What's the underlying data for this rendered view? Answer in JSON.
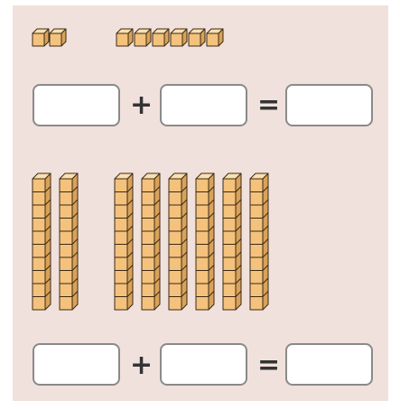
{
  "section1": {
    "units_group_a": 2,
    "units_group_b": 6,
    "plus_sign": "+",
    "equals_sign": "=",
    "answer_boxes": [
      "",
      "",
      ""
    ]
  },
  "section2": {
    "rods_group_a": 2,
    "rods_group_b": 6,
    "cubes_per_rod": 10,
    "plus_sign": "+",
    "equals_sign": "=",
    "answer_boxes": [
      "",
      "",
      ""
    ]
  },
  "colors": {
    "background": "#f1e1dc",
    "cube_front": "#f4c27d",
    "cube_top": "#fbe0b0",
    "cube_side": "#d9a25a",
    "cube_stroke": "#3a2a14",
    "box_border": "#8a8a8a"
  }
}
